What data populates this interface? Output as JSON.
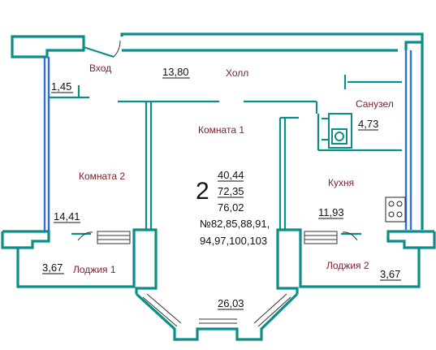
{
  "plan": {
    "rooms": {
      "entrance": "Вход",
      "hall": "Холл",
      "room1": "Комната 1",
      "room2": "Комната 2",
      "bathroom": "Санузел",
      "kitchen": "Кухня",
      "loggia1": "Лоджия 1",
      "loggia2": "Лоджия 2"
    },
    "areas": {
      "hall": "13,80",
      "closet": "1,45",
      "bathroom": "4,73",
      "room2": "14,41",
      "kitchen": "11,93",
      "loggia1": "3,67",
      "loggia2": "3,67",
      "room1": "26,03"
    },
    "summary": {
      "rooms_count": "2",
      "living_area": "40,44",
      "total_area": "72,35",
      "area_with_loggias": "76,02",
      "apartment_numbers_line1": "№82,85,88,91,",
      "apartment_numbers_line2": "94,97,100,103"
    }
  }
}
